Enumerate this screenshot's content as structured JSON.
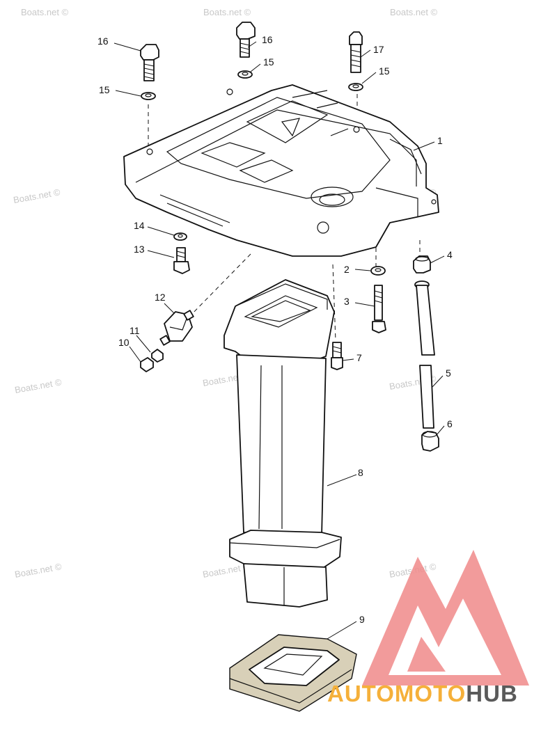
{
  "watermark": {
    "text": "Boats.net ©",
    "color": "#c8c8c8"
  },
  "brand": {
    "part_a": "AUTO",
    "part_b": "MOTO",
    "part_c": "HUB",
    "logo_color": "#f08a8a",
    "accent_color": "#f5b03a",
    "dark_color": "#5a5a5a"
  },
  "callouts": {
    "c1": "1",
    "c2": "2",
    "c3": "3",
    "c4": "4",
    "c5": "5",
    "c6": "6",
    "c7": "7",
    "c8": "8",
    "c9": "9",
    "c10": "10",
    "c11": "11",
    "c12": "12",
    "c13": "13",
    "c14": "14",
    "c15a": "15",
    "c15b": "15",
    "c15c": "15",
    "c16a": "16",
    "c16b": "16",
    "c17": "17"
  }
}
